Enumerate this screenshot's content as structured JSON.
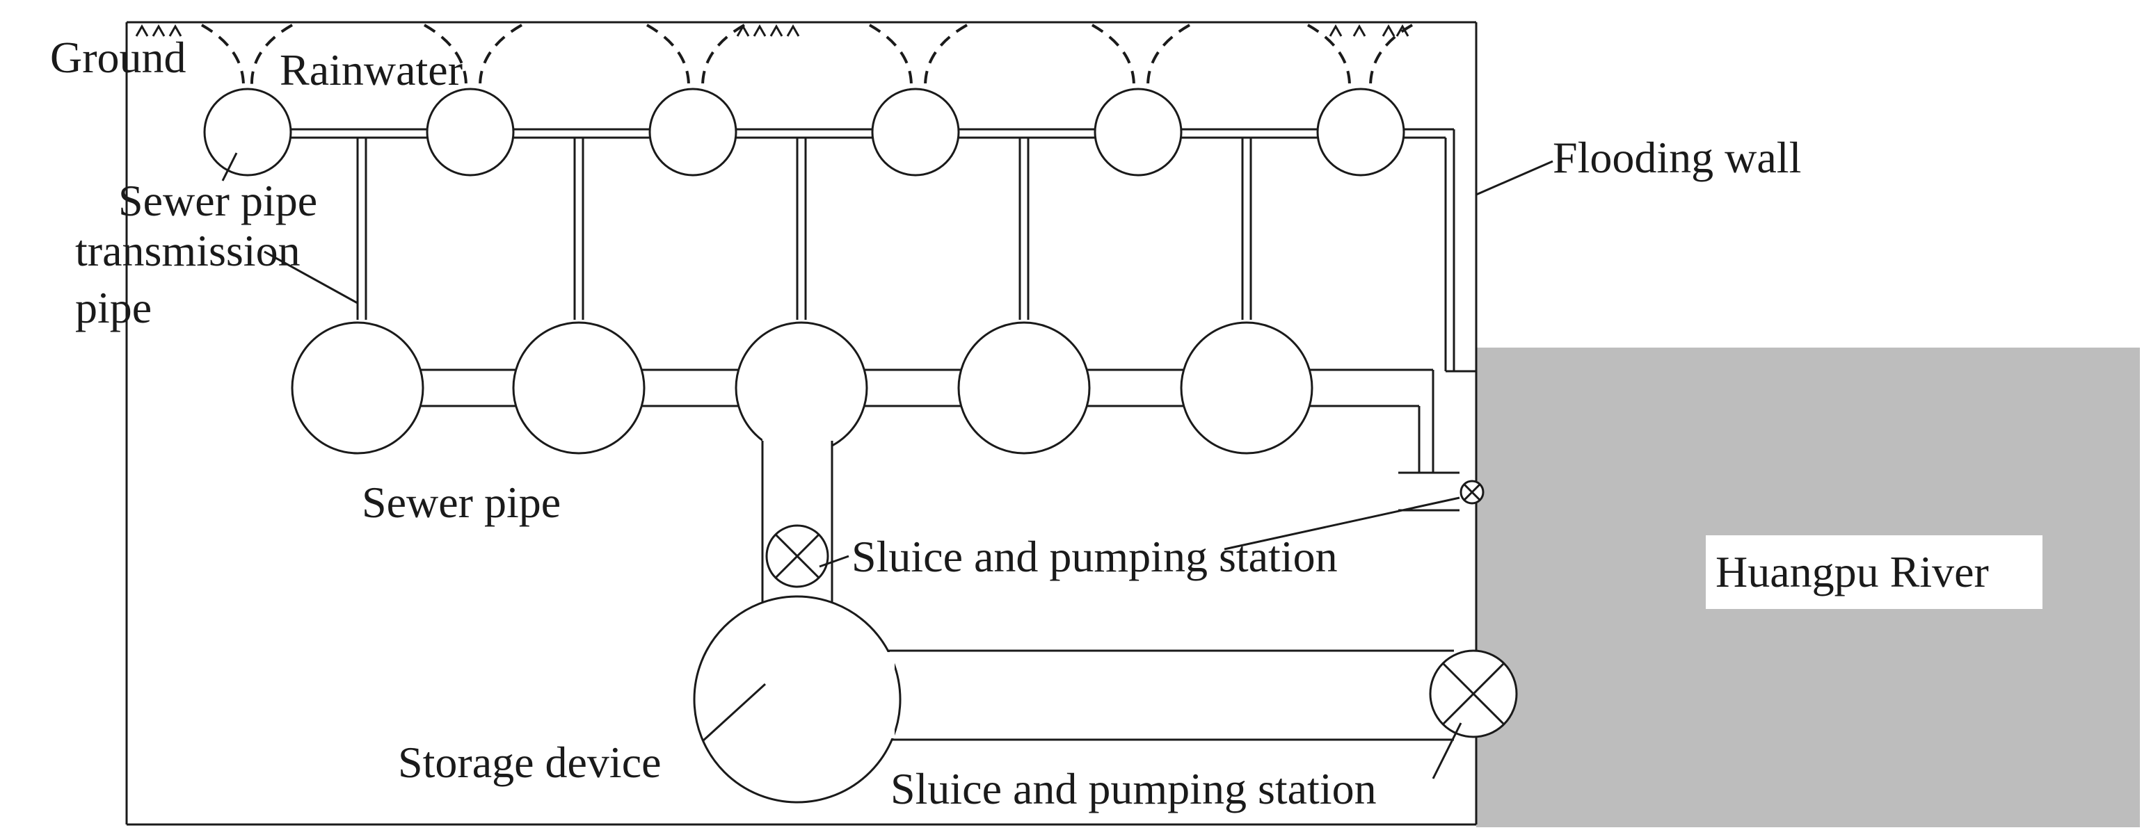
{
  "labels": {
    "ground": "Ground",
    "rainwater": "Rainwater",
    "sewer_pipe_top": "Sewer pipe",
    "transmission_1": "transmission",
    "transmission_2": "pipe",
    "flooding_wall": "Flooding wall",
    "sewer_pipe_mid": "Sewer pipe",
    "sluice_pumping_1": "Sluice and pumping station",
    "river": "Huangpu River",
    "storage_device": "Storage device",
    "sluice_pumping_2": "Sluice and pumping station"
  },
  "colors": {
    "line": "#1a1a1a",
    "river_fill": "#bdbdbd",
    "river_label_bg": "#ffffff"
  }
}
